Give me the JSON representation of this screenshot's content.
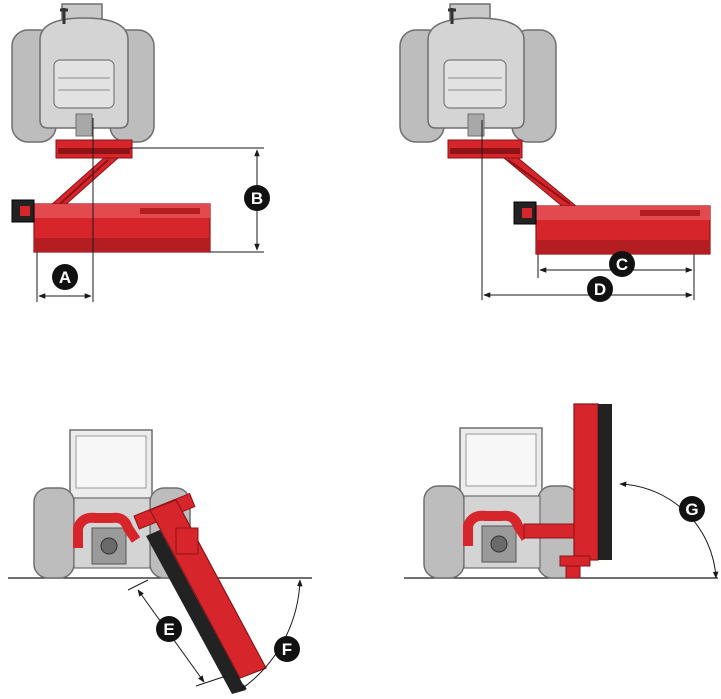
{
  "labels": {
    "a": "A",
    "b": "B",
    "c": "C",
    "d": "D",
    "e": "E",
    "f": "F",
    "g": "G"
  },
  "colors": {
    "mower_red": "#d7262b",
    "mower_dark": "#8e1317",
    "tractor_grey": "#cfcfcf",
    "tractor_dark": "#8b8b8b",
    "tire_grey": "#bdbdbd",
    "line_black": "#1a1a1a",
    "label_bg": "#111111",
    "label_fg": "#ffffff"
  }
}
